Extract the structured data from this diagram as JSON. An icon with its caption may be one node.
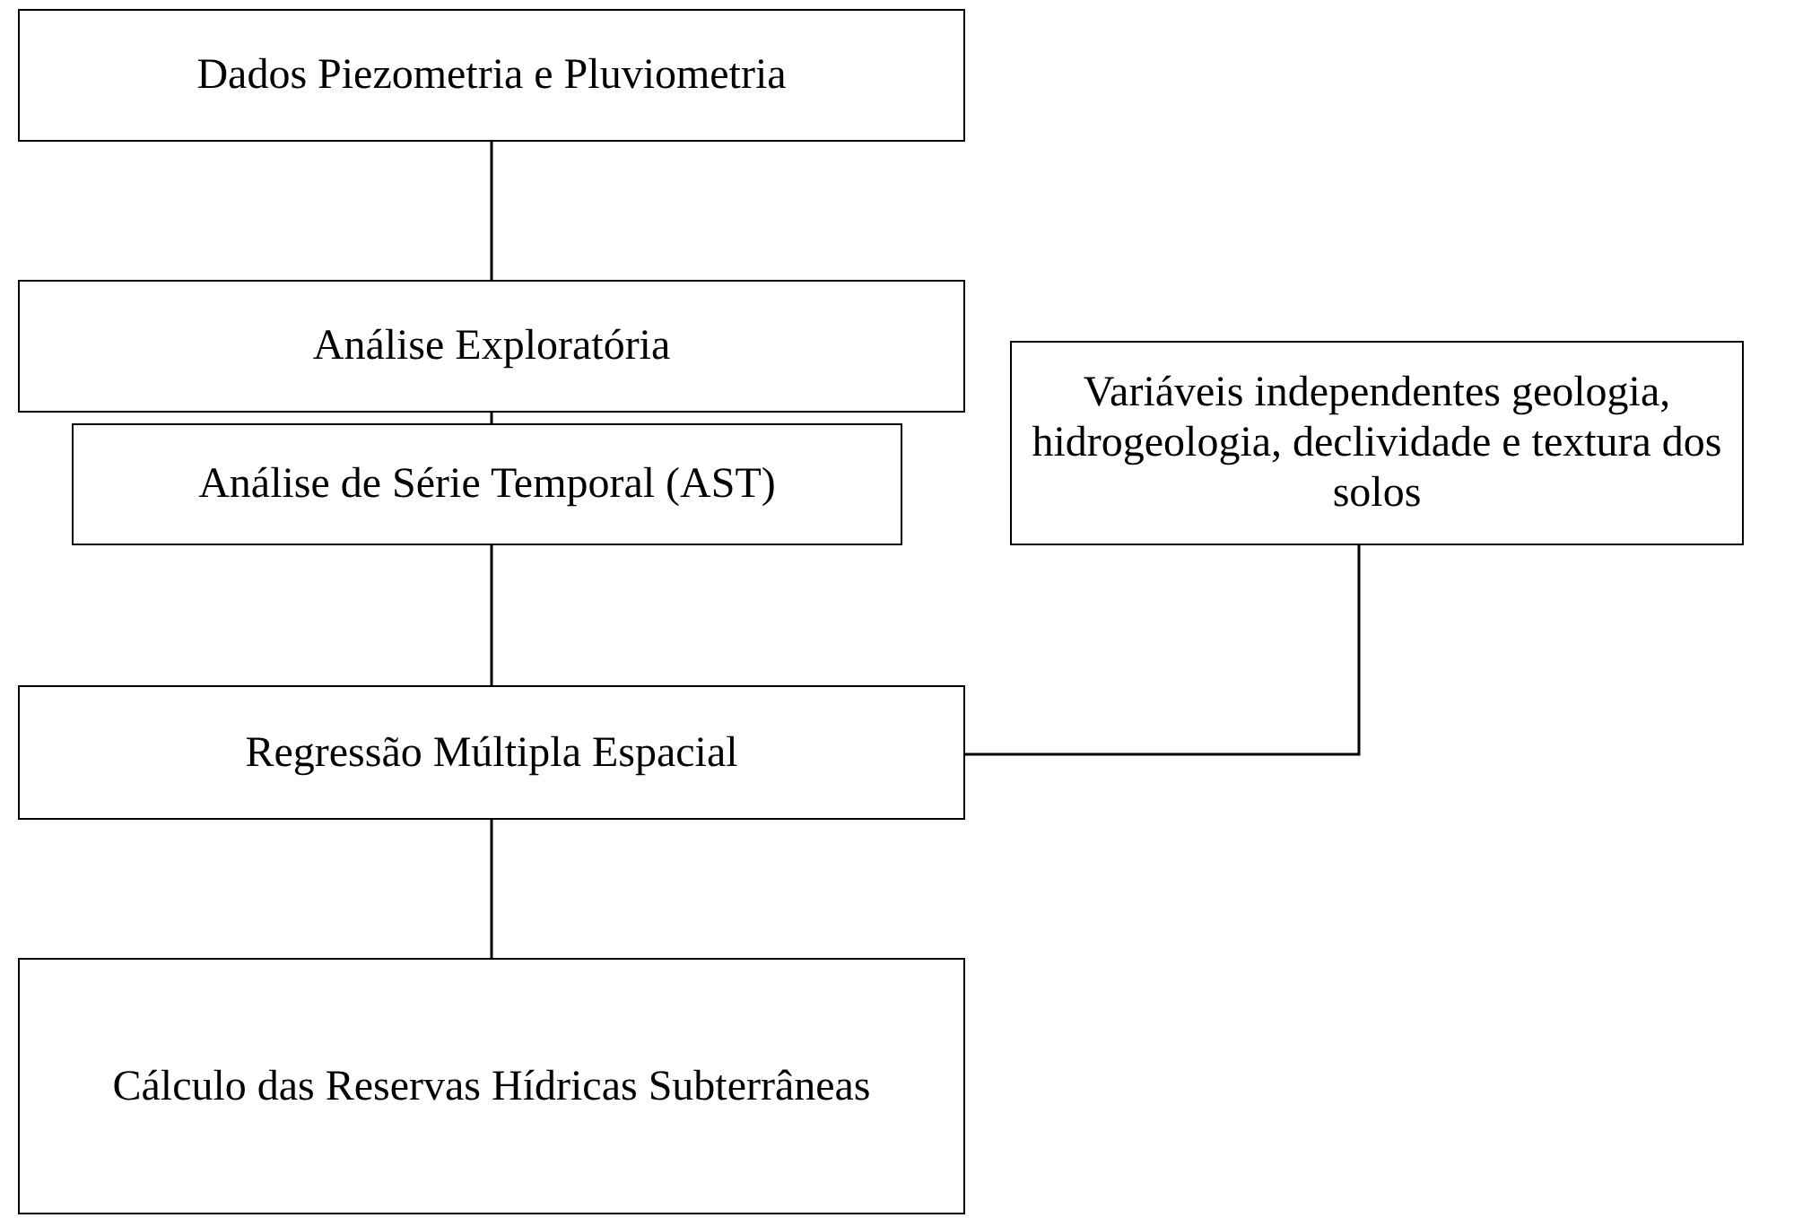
{
  "diagram": {
    "nodes": [
      {
        "text": [
          "Dados Piezometria e Pluviometria"
        ]
      },
      {
        "text": [
          "Análise Exploratória"
        ]
      },
      {
        "text": [
          "Análise de Série Temporal (AST)"
        ]
      },
      {
        "text": [
          "Variáveis independentes geologia, hidrogeologia, declividade e textura dos solos"
        ]
      },
      {
        "text": [
          "Regressão Múltipla Espacial"
        ]
      },
      {
        "text": [
          "Cálculo das Reservas Hídricas Subterrâneas"
        ]
      }
    ],
    "edges": [
      {
        "from": 0,
        "to": 1,
        "arrow": "none"
      },
      {
        "from": 1,
        "to": 2,
        "arrow": "none"
      },
      {
        "from": 2,
        "to": 4,
        "arrow": "none"
      },
      {
        "from": 3,
        "to": 4,
        "arrow": "none"
      },
      {
        "from": 4,
        "to": 5,
        "arrow": "none"
      }
    ]
  }
}
